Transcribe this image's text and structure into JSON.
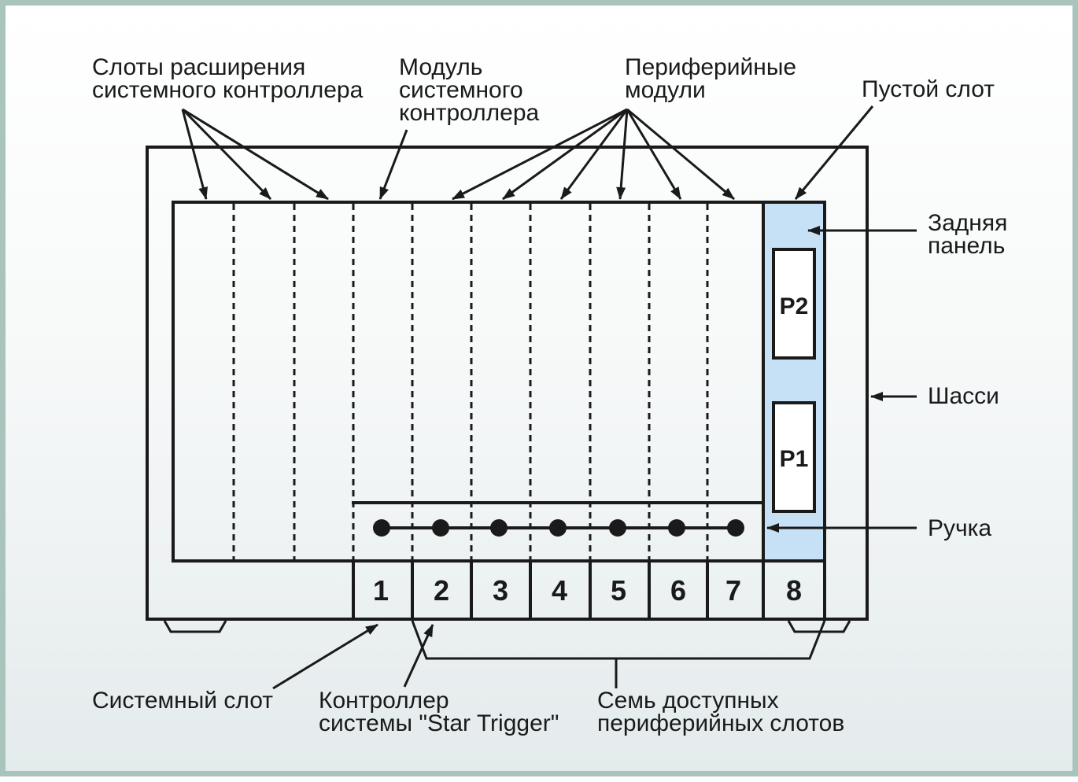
{
  "labels": {
    "expansion_slots_line1": "Слоты расширения",
    "expansion_slots_line2": "системного контроллера",
    "controller_module_line1": "Модуль",
    "controller_module_line2": "системного",
    "controller_module_line3": "контроллера",
    "peripheral_modules_line1": "Периферийные",
    "peripheral_modules_line2": "модули",
    "empty_slot": "Пустой слот",
    "backplane_line1": "Задняя",
    "backplane_line2": "панель",
    "chassis": "Шасси",
    "handle": "Ручка",
    "system_slot": "Системный слот",
    "star_trigger_line1": "Контроллер",
    "star_trigger_line2": "системы \"Star Trigger\"",
    "seven_slots_line1": "Семь доступных",
    "seven_slots_line2": "периферийных слотов"
  },
  "connectors": {
    "p2": "P2",
    "p1": "P1"
  },
  "slots": [
    "1",
    "2",
    "3",
    "4",
    "5",
    "6",
    "7",
    "8"
  ],
  "colors": {
    "frame_border": "#a9c4bb",
    "backplane_fill": "#c6e0f5",
    "line": "#1a1a1a"
  }
}
